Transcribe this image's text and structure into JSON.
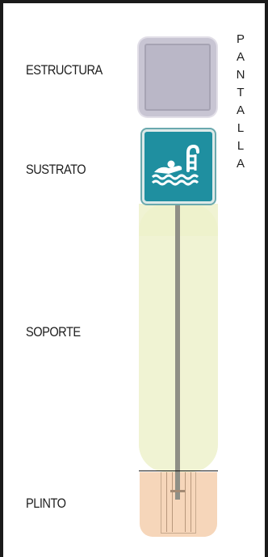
{
  "labels": {
    "estructura": "ESTRUCTURA",
    "sustrato": "SUSTRATO",
    "soporte": "SOPORTE",
    "plinto": "PLINTO"
  },
  "pantalla": [
    "P",
    "A",
    "N",
    "T",
    "A",
    "L",
    "L",
    "A"
  ],
  "icons": {
    "sign": "swimming-pool-sign-icon"
  },
  "colors": {
    "estructura": "#c8c5d3",
    "sustrato": "#1f8fa0",
    "soporte": "#f0f3d3",
    "plinto": "#f6d6ba",
    "pole": "#8f8f86"
  }
}
